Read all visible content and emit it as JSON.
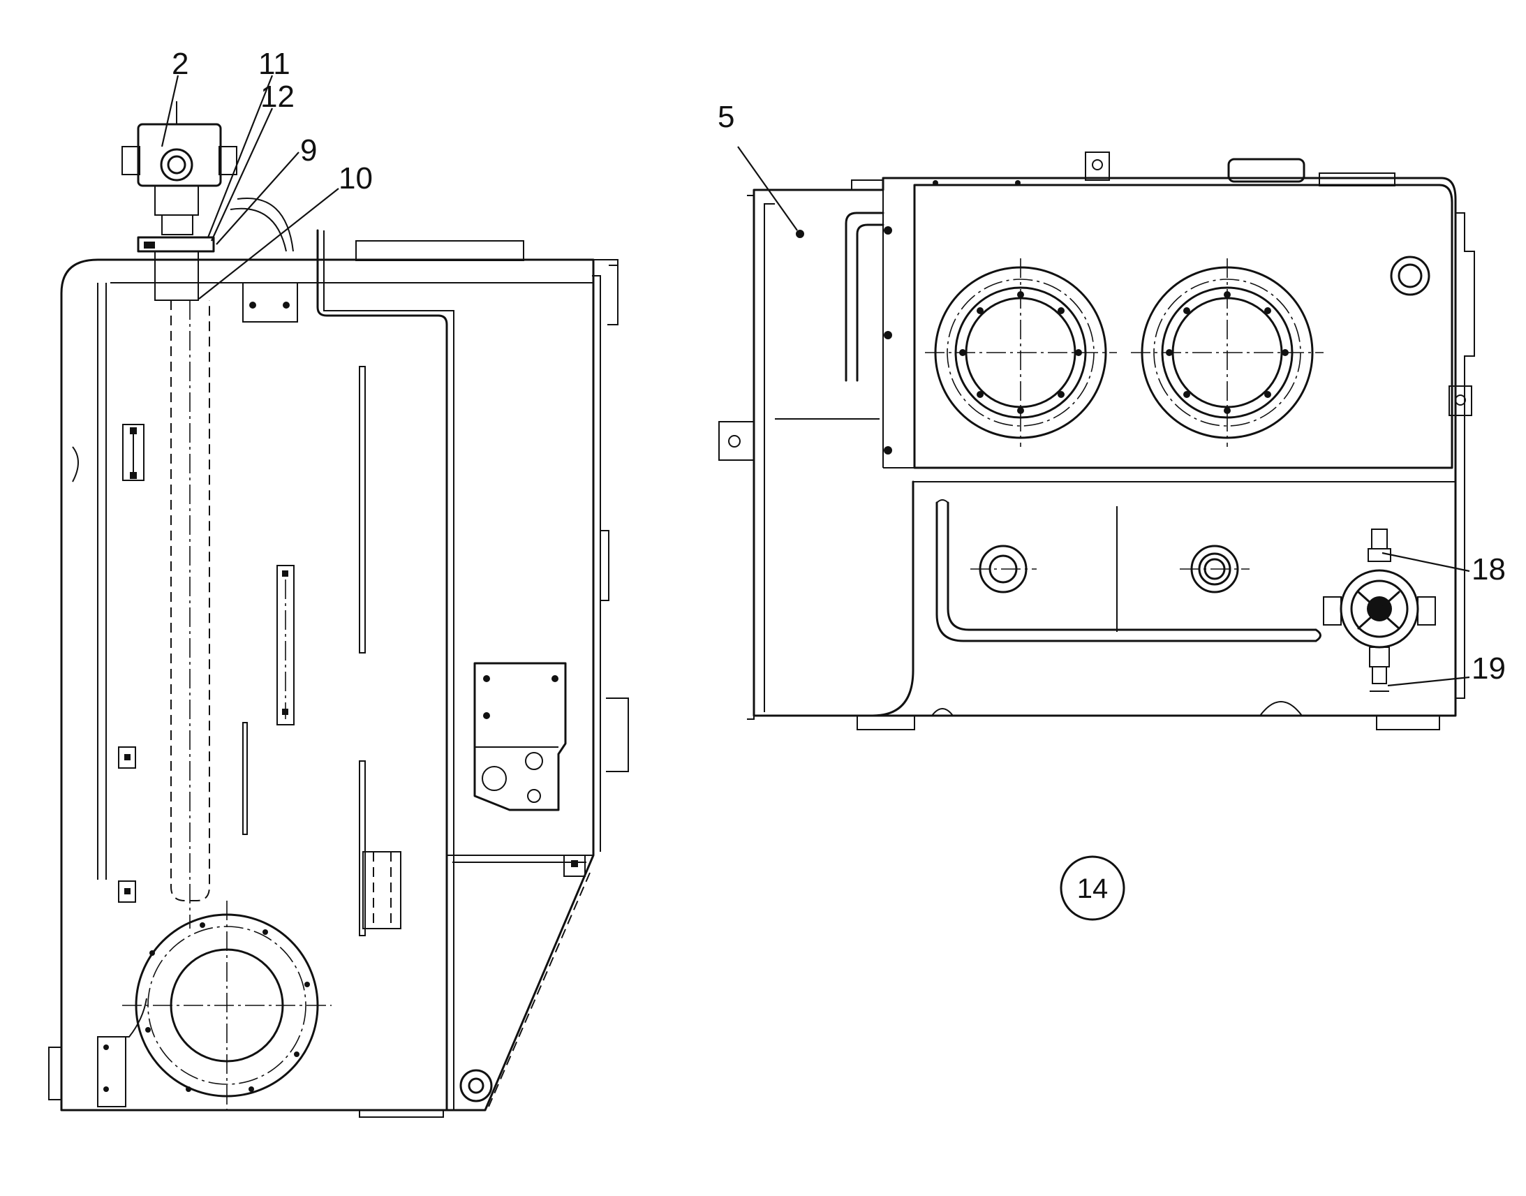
{
  "callouts": {
    "c2": "2",
    "c11": "11",
    "c12": "12",
    "c9": "9",
    "c10": "10",
    "c5": "5",
    "c18": "18",
    "c19": "19"
  },
  "view_number": "14"
}
